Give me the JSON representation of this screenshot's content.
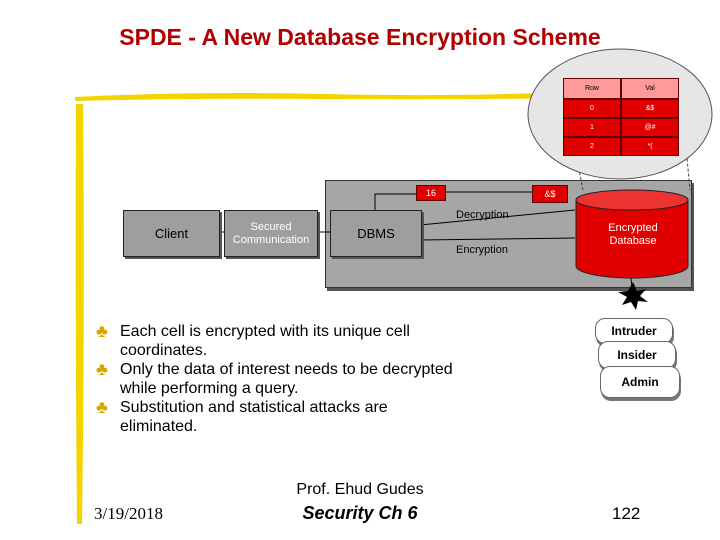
{
  "slide": {
    "title": "SPDE - A New Database Encryption Scheme",
    "date": "3/19/2018",
    "author": "Prof. Ehud Gudes",
    "course": "Security  Ch 6",
    "page": "122"
  },
  "diagram": {
    "client_label": "Client",
    "secured_label": "Secured Communication",
    "dbms_label": "DBMS",
    "key_row": "16",
    "key_cell": "&$",
    "decryption_label": "Decryption",
    "encryption_label": "Encryption",
    "database_label": "Encrypted Database",
    "table": {
      "headers": [
        "Row",
        "Val"
      ],
      "rows": [
        [
          "0",
          "&$"
        ],
        [
          "1",
          "@#"
        ],
        [
          "2",
          "*("
        ]
      ]
    },
    "threats": [
      "Intruder",
      "Insider",
      "Admin"
    ]
  },
  "bullets": [
    "Each cell is encrypted with its unique cell coordinates.",
    "Only the data of interest needs to be decrypted while performing a query.",
    "Substitution and statistical attacks are eliminated."
  ],
  "colors": {
    "title": "#b00000",
    "accent_red": "#e00000",
    "box_gray": "#a6a6a6",
    "bullet": "#d8a600"
  }
}
